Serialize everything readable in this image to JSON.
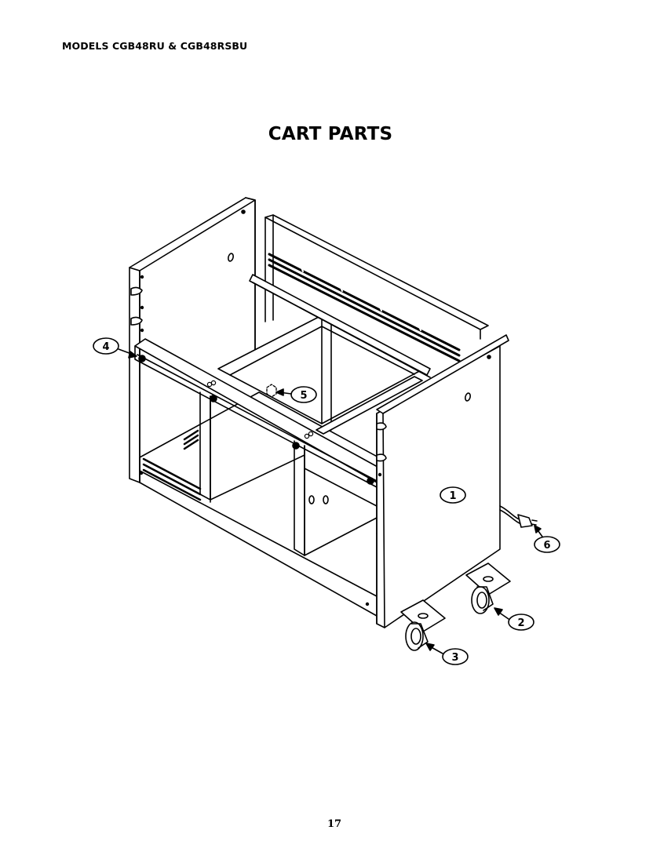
{
  "header": {
    "models": "MODELS CGB48RU & CGB48RSBU"
  },
  "title": "CART PARTS",
  "page_number": "17",
  "callouts": [
    {
      "number": "1",
      "part": "side-panel"
    },
    {
      "number": "2",
      "part": "caster"
    },
    {
      "number": "3",
      "part": "caster"
    },
    {
      "number": "4",
      "part": "fastener"
    },
    {
      "number": "5",
      "part": "fastener"
    },
    {
      "number": "6",
      "part": "power-cord"
    }
  ]
}
